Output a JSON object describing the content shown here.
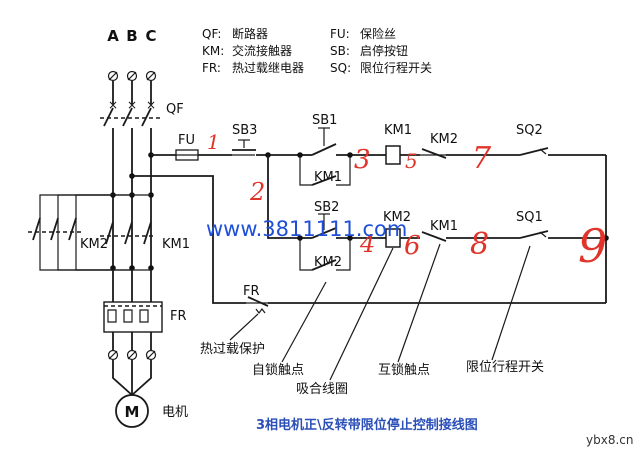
{
  "phases": [
    "A",
    "B",
    "C"
  ],
  "legend": [
    {
      "code": "QF:",
      "desc": "断路器"
    },
    {
      "code": "FU:",
      "desc": "保险丝"
    },
    {
      "code": "KM:",
      "desc": "交流接触器"
    },
    {
      "code": "SB:",
      "desc": "启停按钮"
    },
    {
      "code": "FR:",
      "desc": "热过载继电器"
    },
    {
      "code": "SQ:",
      "desc": "限位行程开关"
    }
  ],
  "labels": {
    "qf": "QF",
    "fu": "FU",
    "sb3": "SB3",
    "sb1": "SB1",
    "sb2": "SB2",
    "km1_top": "KM1",
    "km2_top": "KM2",
    "km1_hold": "KM1",
    "km2_hold": "KM2",
    "km2_coil": "KM2",
    "km1_int": "KM1",
    "sq2": "SQ2",
    "sq1": "SQ1",
    "km2_main": "KM2",
    "km1_main": "KM1",
    "fr_power": "FR",
    "fr_ctrl": "FR",
    "motor": "M",
    "motor_name": "电机"
  },
  "callouts": {
    "overload": "热过载保护",
    "self_lock": "自锁触点",
    "coil": "吸合线圈",
    "interlock": "互锁触点",
    "limit": "限位行程开关"
  },
  "node_numbers": [
    "1",
    "2",
    "3",
    "4",
    "5",
    "6",
    "7",
    "8",
    "9"
  ],
  "watermark_url": "www.3811111.com",
  "diagram_title": "3相电机正\\反转带限位停止控制接线图",
  "corner_watermark": "ybx8.cn",
  "colors": {
    "accent_red": "#e0342a",
    "url_blue": "#1f4fd8",
    "title_blue": "#2b4fb8"
  }
}
